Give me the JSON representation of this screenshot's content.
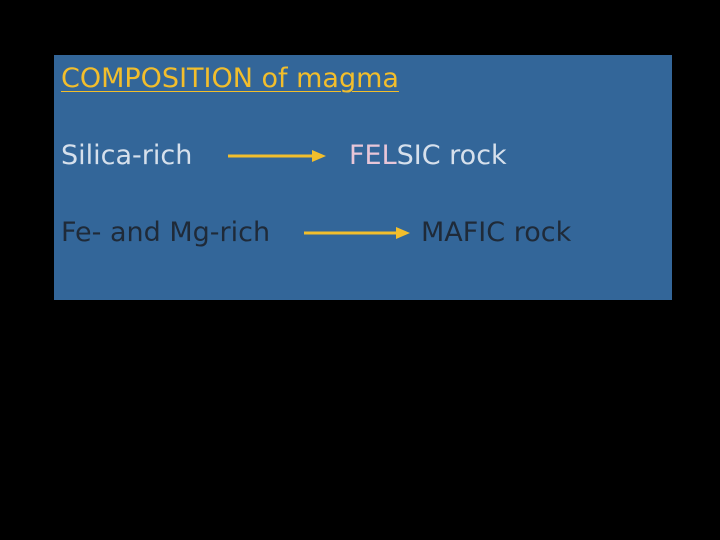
{
  "slide": {
    "title": "COMPOSITION of magma",
    "rows": [
      {
        "left": "Silica-rich",
        "right_highlight": "FEL",
        "right_rest": "SIC rock"
      },
      {
        "left": "Fe- and Mg-rich",
        "right": "MAFIC rock"
      }
    ],
    "colors": {
      "panel": "#336699",
      "title": "#f2be2c",
      "arrow": "#f2be2c",
      "felsic_highlight": "#e8c6d8",
      "light_text": "#d6e0ec",
      "dark_text": "#1f2a38"
    }
  }
}
